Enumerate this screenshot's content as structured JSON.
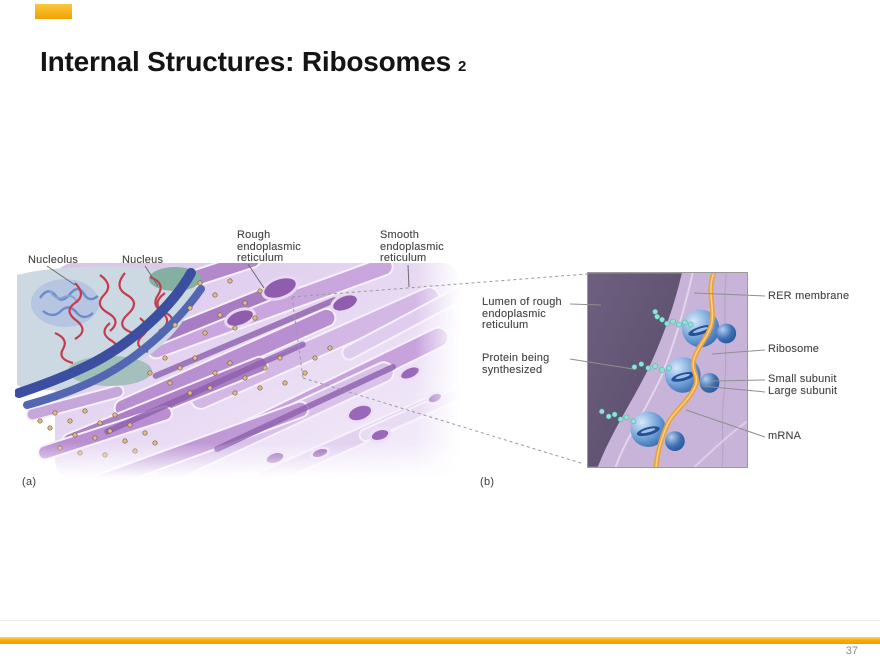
{
  "slide": {
    "title": "Internal Structures: Ribosomes",
    "title_suffix": "2",
    "page_number": "37"
  },
  "theme": {
    "accent_orange": "#F2A702",
    "accent_orange_light": "#FFD466",
    "title_color": "#141414",
    "figure_label_color": "#454545",
    "page_number_color": "#8C8C8C",
    "panel_b_background": "#C8B4D8",
    "lumen_dark_purple": "#675A78",
    "mrna_orange": "#E8A33C",
    "ribosome_blue": "#3F6FB4",
    "protein_teal": "#8FE3D6"
  },
  "figure": {
    "panel_a": {
      "caption": "(a)",
      "labels": {
        "nucleolus": "Nucleolus",
        "nucleus": "Nucleus",
        "rough_er": "Rough\nendoplasmic\nreticulum",
        "smooth_er": "Smooth\nendoplasmic\nreticulum"
      }
    },
    "panel_b": {
      "caption": "(b)",
      "labels": {
        "lumen": "Lumen of rough\nendoplasmic\nreticulum",
        "protein": "Protein being\nsynthesized",
        "rer_membrane": "RER membrane",
        "ribosome": "Ribosome",
        "small_subunit": "Small subunit",
        "large_subunit": "Large subunit",
        "mrna": "mRNA"
      }
    }
  }
}
